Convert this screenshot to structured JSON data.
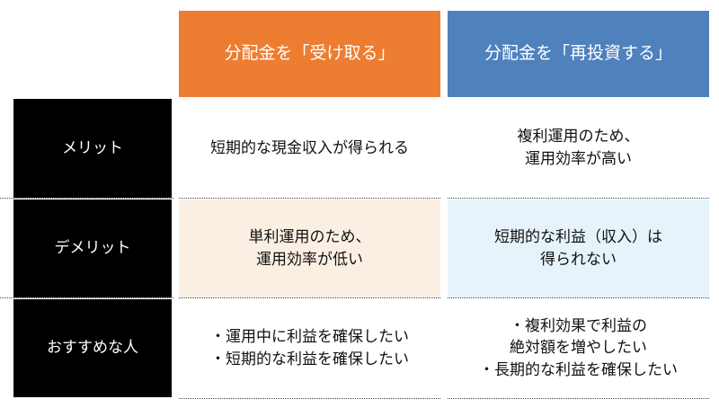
{
  "headers": [
    "分配金を「受け取る」",
    "分配金を「再投資する」"
  ],
  "colors": {
    "receive": "#ED7D31",
    "reinvest": "#4F81BD",
    "label_bg": "#000000",
    "demerit_receive_bg": "#FBEFE4",
    "demerit_reinvest_bg": "#E6F3FA"
  },
  "rows": [
    {
      "label": "メリット",
      "receive": "短期的な現金収入が得られる",
      "reinvest": "複利運用のため、\n運用効率が高い"
    },
    {
      "label": "デメリット",
      "receive": "単利運用のため、\n運用効率が低い",
      "reinvest": "短期的な利益（収入）は\n得られない"
    },
    {
      "label": "おすすめな人",
      "receive": "・運用中に利益を確保したい\n・短期的な利益を確保したい",
      "reinvest": "・複利効果で利益の\n絶対額を増やしたい\n・長期的な利益を確保したい"
    }
  ]
}
